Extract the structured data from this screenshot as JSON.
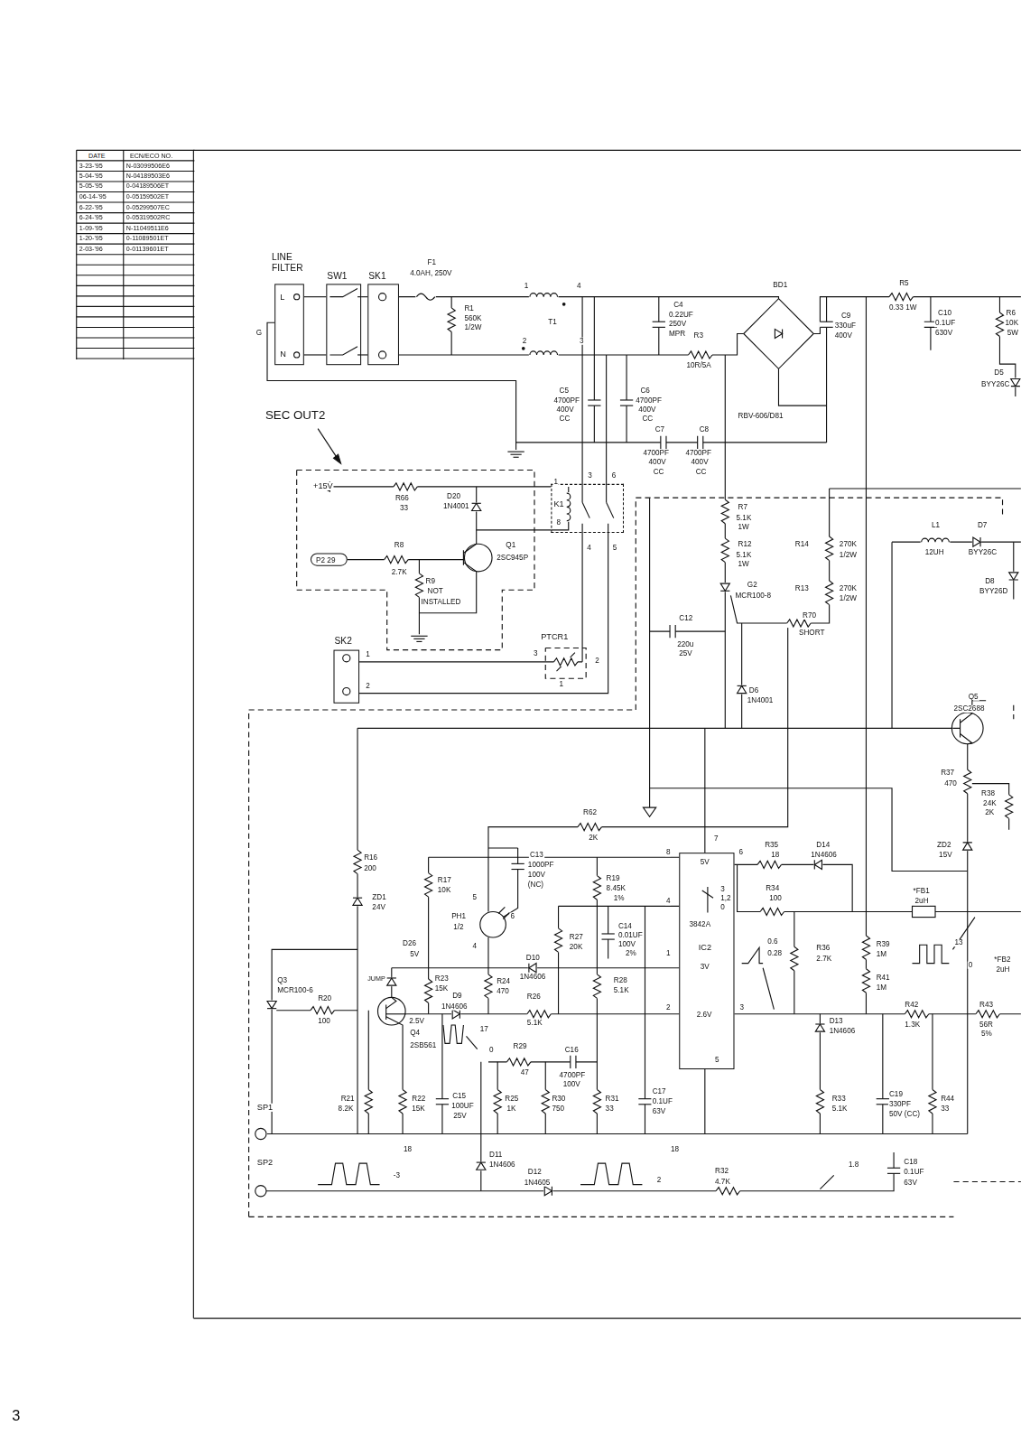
{
  "diagram": {
    "nodes": [
      {
        "text": [
          "LINE FILTER",
          "L",
          "N"
        ]
      },
      {
        "text": [
          "SW1"
        ]
      },
      {
        "text": [
          "SK1"
        ]
      },
      {
        "text": [
          "P2 29"
        ]
      },
      {
        "text": [
          "K1"
        ]
      },
      {
        "text": [
          "SK2"
        ]
      },
      {
        "text": [
          "5V",
          "3842A",
          "IC2",
          "3V",
          "2.6V"
        ]
      }
    ],
    "edges": [
      {
        "from": 0,
        "to": 1,
        "arrow": "none"
      },
      {
        "from": 0,
        "to": 1,
        "arrow": "none"
      },
      {
        "from": 1,
        "to": 2,
        "arrow": "none"
      },
      {
        "from": 1,
        "to": 2,
        "arrow": "none"
      }
    ],
    "labels": [
      "DATE",
      "ECN/ECO NO.",
      "3-23-'95",
      "N-03099506E6",
      "5-04-'95",
      "N-04189503E6",
      "5-05-'95",
      "0-04189506ET",
      "06-14-'95",
      "0-05159502ET",
      "6-22-'95",
      "0-05299507EC",
      "6-24-'95",
      "0-05319502RC",
      "1-09-'95",
      "N-11049511E6",
      "1-20-'95",
      "0-11089501ET",
      "2-03-'96",
      "0-01139601ET",
      "G",
      "F1",
      "4.0AH, 250V",
      "R1",
      "560K",
      "1/2W",
      "1",
      "4",
      "T1",
      "2",
      "3",
      "BD1",
      "C4",
      "0.22UF",
      "250V",
      "MPR",
      "R3",
      "10R/5A",
      "RBV-606/D81",
      "C9",
      "330uF",
      "400V",
      "R5",
      "0.33 1W",
      "C10",
      "0.1UF",
      "630V",
      "R6",
      "10K",
      "5W",
      "D5",
      "BYY26C",
      "C5",
      "4700PF",
      "400V",
      "CC",
      "C6",
      "4700PF",
      "400V",
      "CC",
      "C7",
      "4700PF",
      "400V",
      "CC",
      "C8",
      "4700PF",
      "400V",
      "CC",
      "SEC OUT2",
      "+15V",
      "R66",
      "33",
      "D20",
      "1N4001",
      "1",
      "8",
      "3",
      "6",
      "4",
      "5",
      "Q1",
      "2SC945P",
      "R8",
      "2.7K",
      "R9",
      "NOT",
      "INSTALLED",
      "PTCR1",
      "3",
      "2",
      "1",
      "1",
      "2",
      "R7",
      "5.1K",
      "1W",
      "R12",
      "5.1K",
      "1W",
      "G2",
      "MCR100-8",
      "R14",
      "270K",
      "1/2W",
      "R13",
      "270K",
      "1/2W",
      "R70",
      "SHORT",
      "C12",
      "220u",
      "25V",
      "D6",
      "1N4001",
      "L1",
      "12UH",
      "D7",
      "BYY26C",
      "D8",
      "BYY26D",
      "Q5",
      "2SC2688",
      "R37",
      "470",
      "R38",
      "24K",
      "2K",
      "ZD2",
      "15V",
      "R62",
      "2K",
      "R16",
      "200",
      "R17",
      "10K",
      "C13",
      "1000PF",
      "100V",
      "(NC)",
      "R19",
      "8.45K",
      "1%",
      "PH1",
      "1/2",
      "5",
      "6",
      "4",
      "8",
      "7",
      "6",
      "4",
      "3",
      "1,2",
      "0",
      "1",
      "2",
      "5",
      "3",
      "R35",
      "18",
      "D14",
      "1N4606",
      "R34",
      "100",
      "0.6",
      "0.28",
      "R36",
      "2.7K",
      "R39",
      "1M",
      "R41",
      "1M",
      "*FB1",
      "2uH",
      "13",
      "0",
      "*FB2",
      "2uH",
      "R27",
      "20K",
      "C14",
      "0.01UF",
      "100V",
      "2%",
      "D10",
      "1N4606",
      "R28",
      "5.1K",
      "ZD1",
      "24V",
      "JUMP",
      "D26",
      "5V",
      "R23",
      "15K",
      "2.5V",
      "D9",
      "1N4606",
      "R24",
      "470",
      "R26",
      "5.1K",
      "17",
      "0",
      "Q3",
      "MCR100-6",
      "R20",
      "100",
      "Q4",
      "2SB561",
      "R29",
      "47",
      "C16",
      "4700PF",
      "100V",
      "R42",
      "1.3K",
      "R43",
      "56R",
      "5%",
      "D13",
      "1N4606",
      "R21",
      "8.2K",
      "R22",
      "15K",
      "C15",
      "100UF",
      "25V",
      "R25",
      "1K",
      "R30",
      "750",
      "R31",
      "33",
      "C17",
      "0.1UF",
      "63V",
      "R33",
      "5.1K",
      "C19",
      "330PF",
      "50V (CC)",
      "R44",
      "33",
      "SP1",
      "SP2",
      "18",
      "-3",
      "D11",
      "1N4606",
      "D12",
      "1N4605",
      "18",
      "2",
      "R32",
      "4.7K",
      "1.8",
      "C18",
      "0.1UF",
      "63V",
      "3"
    ]
  }
}
